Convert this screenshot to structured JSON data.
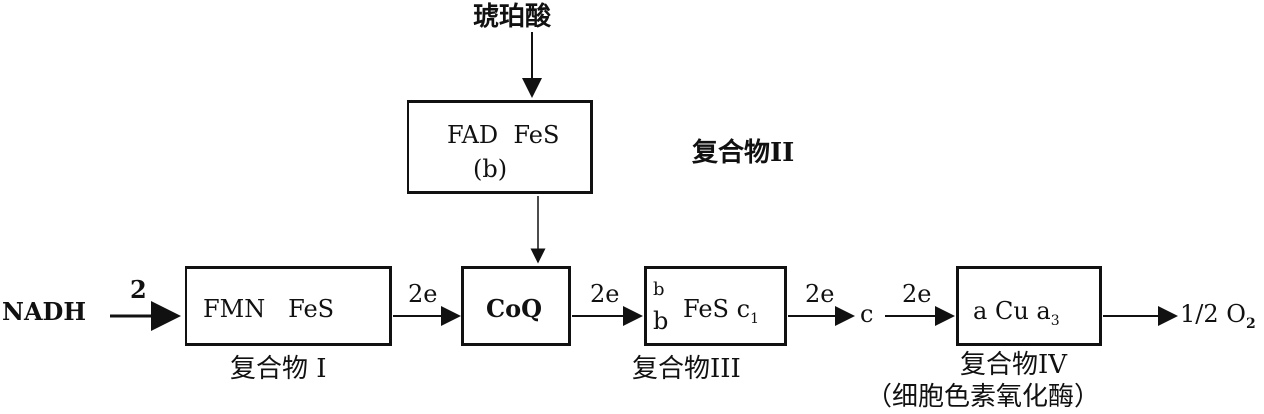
{
  "succinate": "琥珀酸",
  "complex2": {
    "line1": "FAD  FeS",
    "line2": "(b)",
    "label": "复合物II"
  },
  "nadh": "NADH",
  "nadh_electrons": "2",
  "complex1": {
    "content": "FMN   FeS",
    "label": "复合物 I"
  },
  "e1": "2e",
  "coq": "CoQ",
  "e2": "2e",
  "complex3": {
    "b_top": "b",
    "b_bottom": "b",
    "content": "FeS c",
    "sub": "1",
    "label": "复合物III"
  },
  "e3": "2e",
  "cyt_c": "c",
  "e4": "2e",
  "complex4": {
    "a": "a",
    "cu": "Cu",
    "a3": "a",
    "a3_sub": "3",
    "label": "复合物IV",
    "sublabel": "（细胞色素氧化酶）"
  },
  "product": {
    "text": "1/2 O",
    "sub": "2"
  }
}
